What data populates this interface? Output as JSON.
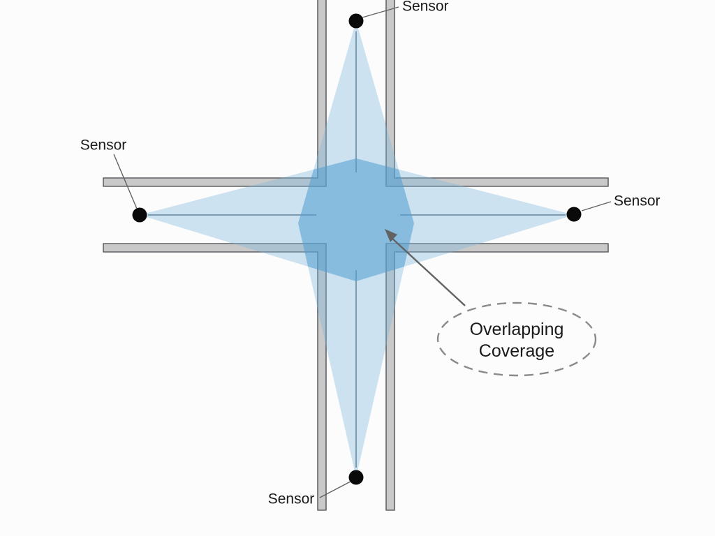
{
  "diagram": {
    "type": "sensor-coverage-intersection",
    "sensors": [
      {
        "id": "top",
        "label": "Sensor"
      },
      {
        "id": "left",
        "label": "Sensor"
      },
      {
        "id": "right",
        "label": "Sensor"
      },
      {
        "id": "bottom",
        "label": "Sensor"
      }
    ],
    "annotation": {
      "line1": "Overlapping",
      "line2": "Coverage"
    },
    "icons": {
      "sensor": "filled-circle-dot",
      "pointer": "arrowhead"
    },
    "colors": {
      "background": "#fcfcfc",
      "coverage_fill": "#7db8de",
      "overlap_fill": "#2d8cc8",
      "wall_fill": "#c9c9c9",
      "wall_stroke": "#5e6266",
      "centerline": "#7d8992",
      "annotation_gray": "#626262",
      "dash_gray": "#8a8a8a",
      "sensor_dot": "#0a0a0a",
      "label_text": "#1a1a1a"
    }
  }
}
